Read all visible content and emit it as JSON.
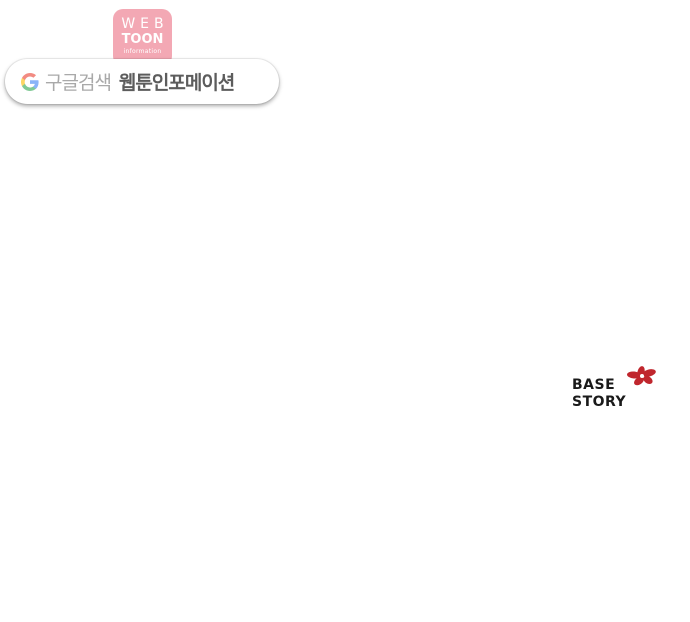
{
  "logo": {
    "line1": "WEB",
    "line2": "TOON",
    "line3": "information",
    "color": "#f3a8b4"
  },
  "search": {
    "icon": "google-g-icon",
    "label": "구글검색",
    "query": "웹툰인포메이션"
  },
  "brand": {
    "line1": "BASE",
    "line2": "STORY",
    "icon": "flower-icon",
    "accent": "#c0262d"
  }
}
